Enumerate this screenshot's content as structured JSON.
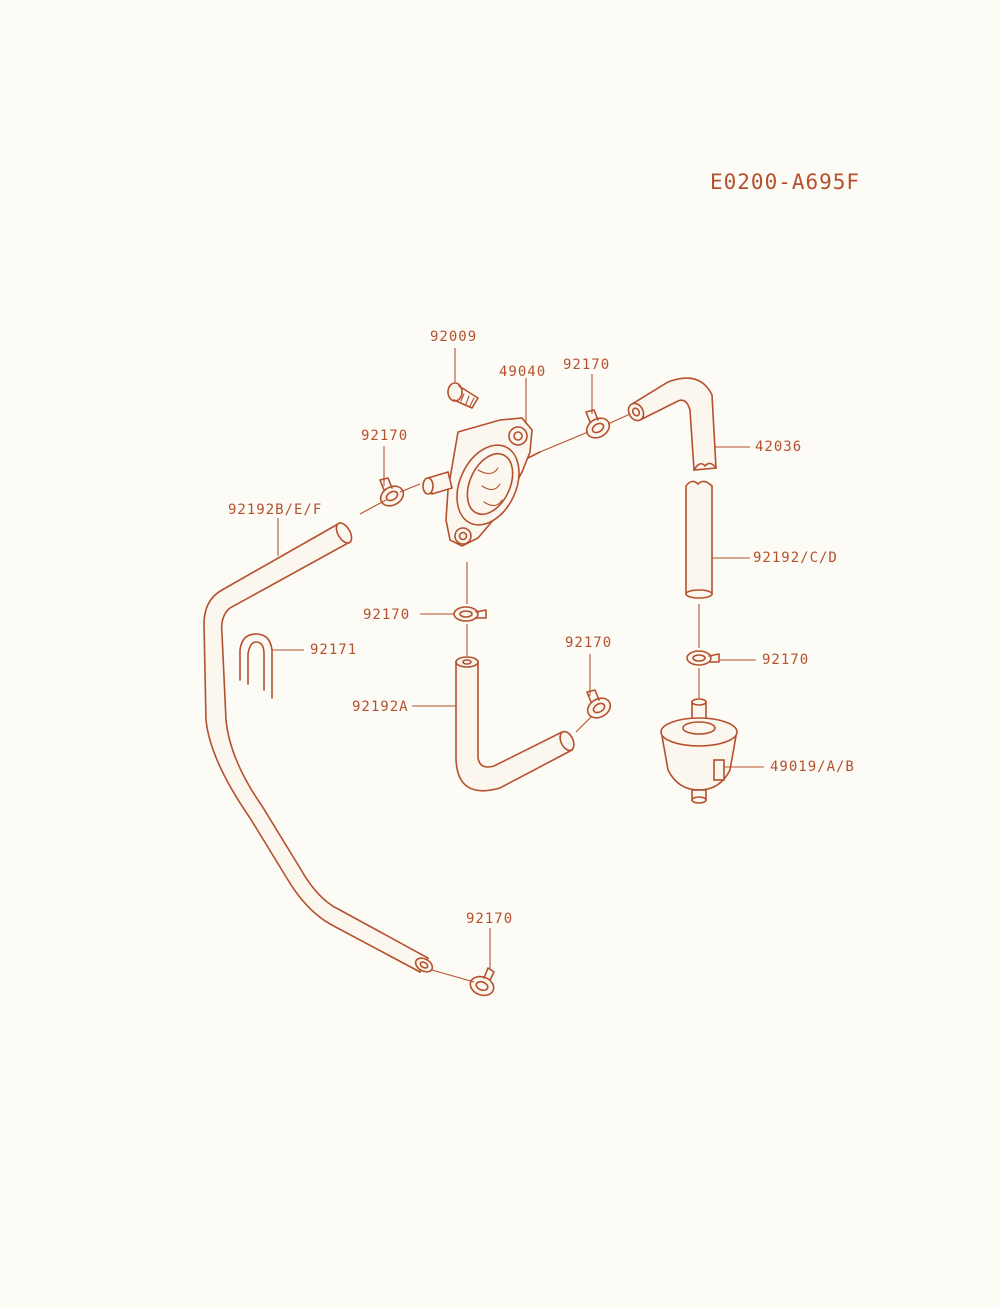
{
  "diagram_code": "E0200-A695F",
  "labels": {
    "p92009": "92009",
    "p49040": "49040",
    "p92170_top": "92170",
    "p92170_left": "92170",
    "p42036": "42036",
    "p92192BEF": "92192B/E/F",
    "p92192CD": "92192/C/D",
    "p92170_mid": "92170",
    "p92171": "92171",
    "p92170_right_mid": "92170",
    "p92170_right": "92170",
    "p92192A": "92192A",
    "p49019AB": "49019/A/B",
    "p92170_bottom": "92170"
  },
  "colors": {
    "line": "#b5502e",
    "background": "#fdfbf5"
  }
}
